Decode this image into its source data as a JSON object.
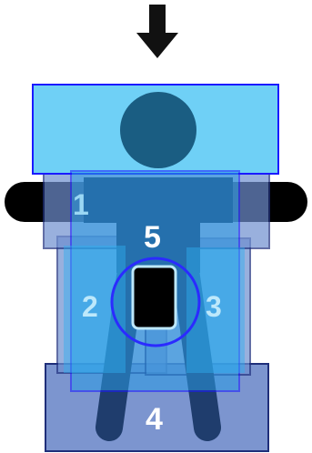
{
  "diagram": {
    "arrow_icon": "arrow-down-icon",
    "zones": [
      {
        "id": "1",
        "label": "1",
        "color": "#9ad7f4"
      },
      {
        "id": "2",
        "label": "2",
        "color": "#bde8fb"
      },
      {
        "id": "3",
        "label": "3",
        "color": "#bde8fb"
      },
      {
        "id": "4",
        "label": "4",
        "color": "#ffffff"
      },
      {
        "id": "5",
        "label": "5",
        "color": "#ffffff"
      }
    ],
    "colors": {
      "figure": "#1f3d6d",
      "head": "#1a5d82",
      "arms": "#000000",
      "panel_top": "#6fd0f6",
      "panel_mid": "#2a9be3",
      "panel_outline": "#1a1aff",
      "panel_base": "#7c95cf",
      "circle_outline": "#2b2bff",
      "center_block": "#000000"
    }
  }
}
